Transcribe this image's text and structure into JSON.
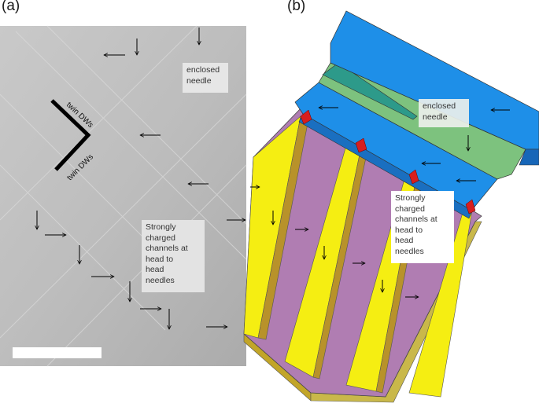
{
  "panel_a": {
    "label": "(a)",
    "annotation_twin_dw_upper": "twin DWs",
    "annotation_twin_dw_lower": "twin DWs",
    "callout_enclosed": "enclosed\nneedle",
    "callout_charged": "Strongly\ncharged\nchannels at\nhead to\nhead\nneedles"
  },
  "panel_b": {
    "label": "(b)",
    "callout_enclosed": "enclosed\nneedle",
    "callout_charged": "Strongly\ncharged\nchannels at\nhead to\nhead\nneedles"
  },
  "colors": {
    "blue_domain": "#1E8FE8",
    "green_domain": "#7DC27E",
    "purple_domain": "#B07DB2",
    "yellow_domain": "#F5EE12",
    "ochre_wall": "#B8922A",
    "red_channel": "#D81E1E"
  }
}
